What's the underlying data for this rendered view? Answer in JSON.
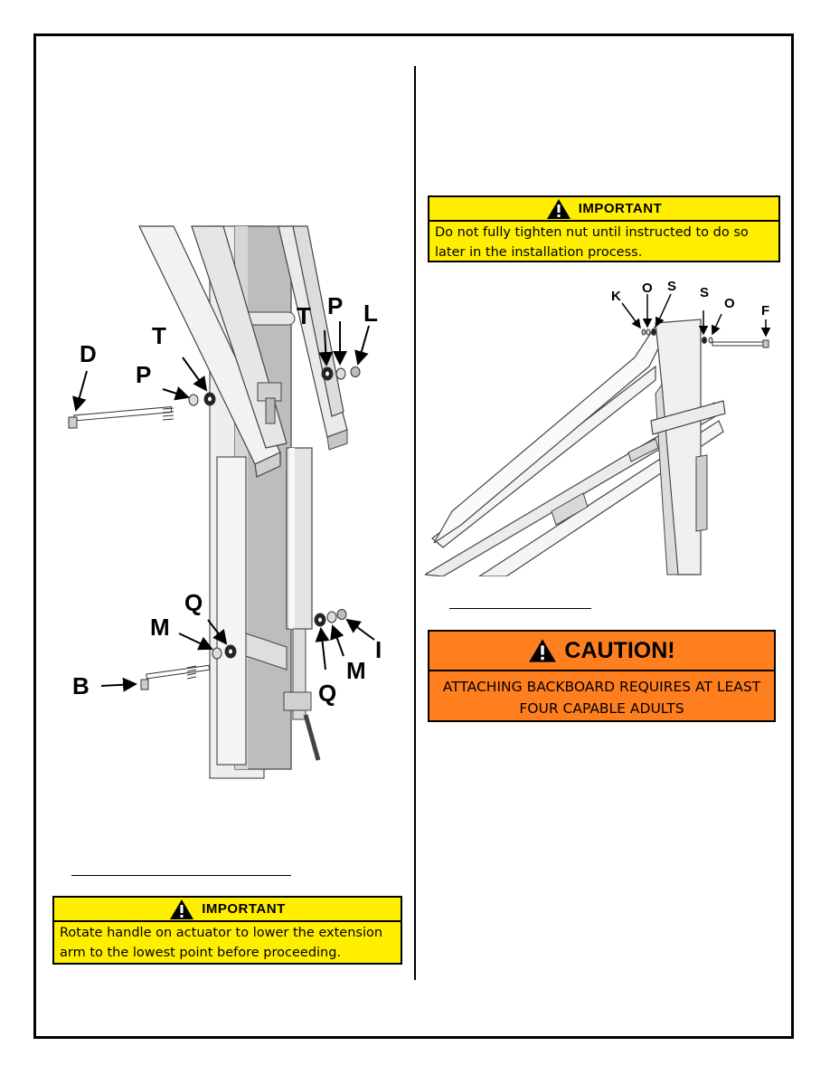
{
  "colors": {
    "important_bg": "#ffee00",
    "caution_bg": "#ff7f1f",
    "border": "#000000"
  },
  "left_figure": {
    "labels": {
      "D": "D",
      "T1": "T",
      "P1": "P",
      "T2": "T",
      "P2": "P",
      "L": "L",
      "Q1": "Q",
      "M1": "M",
      "B": "B",
      "Q2": "Q",
      "M2": "M",
      "I": "I"
    }
  },
  "right_figure": {
    "labels": {
      "K": "K",
      "O1": "O",
      "S1": "S",
      "S2": "S",
      "O2": "O",
      "F": "F"
    }
  },
  "important_top": {
    "icon": "warning-triangle-icon",
    "title": "IMPORTANT",
    "text": "Do not fully tighten nut until instructed to do so later in the installation process."
  },
  "important_bottom": {
    "icon": "warning-triangle-icon",
    "title": "IMPORTANT",
    "text": "Rotate handle on actuator to lower the extension arm to the lowest point before proceeding."
  },
  "caution": {
    "icon": "warning-triangle-icon",
    "title": "CAUTION!",
    "text": "ATTACHING BACKBOARD REQUIRES AT LEAST FOUR CAPABLE ADULTS"
  }
}
